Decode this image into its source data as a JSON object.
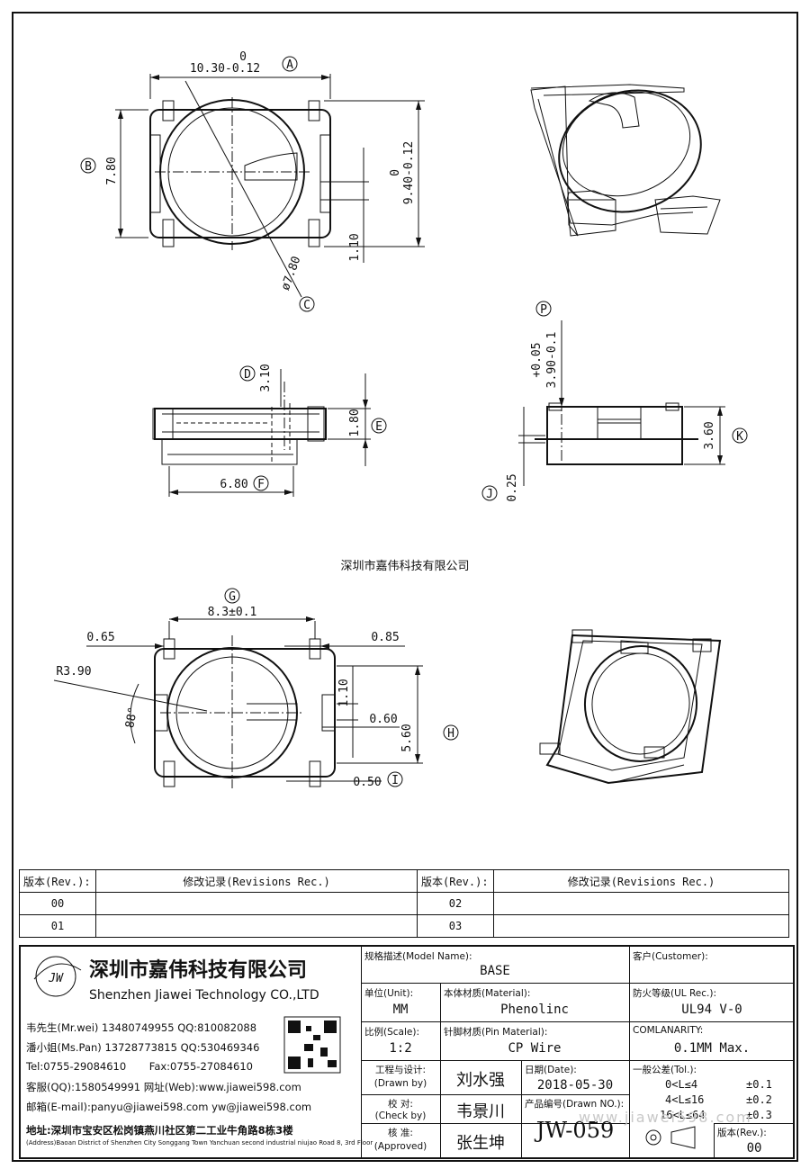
{
  "watermark": "深圳市嘉伟科技有限公司",
  "views": {
    "top": {
      "dim_width_tol": "0",
      "dim_width": "10.30-0.12",
      "dim_width_ref": "A",
      "dim_height": "7.80",
      "dim_height_ref": "B",
      "dim_right_tol": "0",
      "dim_right": "9.40-0.12",
      "dim_slot": "1.10",
      "dim_dia": "ø7.80",
      "dim_dia_ref": "C"
    },
    "side": {
      "dim_top": "3.10",
      "dim_top_ref": "D",
      "dim_h": "1.80",
      "dim_h_ref": "E",
      "dim_w": "6.80",
      "dim_w_ref": "F"
    },
    "front": {
      "dim_p_tol": "+0.05",
      "dim_p": "3.90-0.1",
      "dim_p_ref": "P",
      "dim_k": "3.60",
      "dim_k_ref": "K",
      "dim_j": "0.25",
      "dim_j_ref": "J"
    },
    "bottom": {
      "dim_g": "8.3±0.1",
      "dim_g_ref": "G",
      "dim_065": "0.65",
      "dim_085": "0.85",
      "dim_r": "R3.90",
      "dim_ang": "88°",
      "dim_110": "1.10",
      "dim_060": "0.60",
      "dim_560": "5.60",
      "dim_h_ref": "H",
      "dim_050": "0.50",
      "dim_i_ref": "I"
    }
  },
  "revisions": {
    "h_rev": "版本(Rev.):",
    "h_rec": "修改记录(Revisions Rec.)",
    "rows": [
      {
        "left": "00",
        "right": "02"
      },
      {
        "left": "01",
        "right": "03"
      }
    ]
  },
  "title_block": {
    "company_cn": "深圳市嘉伟科技有限公司",
    "company_en": "Shenzhen Jiawei Technology CO.,LTD",
    "logo_text": "JW",
    "contacts": [
      "韦先生(Mr.wei) 13480749955 QQ:810082088",
      "潘小姐(Ms.Pan) 13728773815 QQ:530469346",
      "Tel:0755-29084610       Fax:0755-27084610",
      "客服(QQ):1580549991   网址(Web):www.jiawei598.com",
      "邮箱(E-mail):panyu@jiawei598.com  yw@jiawei598.com"
    ],
    "address_cn": "地址:深圳市宝安区松岗镇燕川社区第二工业牛角路8栋3楼",
    "address_en": "(Address)Baoan District of Shenzhen City Songgang Town Yanchuan  second industrial niujao Road 8, 3rd Floor",
    "model_label": "规格描述(Model Name):",
    "model_value": "BASE",
    "customer_label": "客户(Customer):",
    "unit_label": "单位(Unit):",
    "unit_value": "MM",
    "material_label": "本体材质(Material):",
    "material_value": "Phenolinc",
    "ul_label": "防火等级(UL Rec.):",
    "ul_value": "UL94 V-0",
    "scale_label": "比例(Scale):",
    "scale_value": "1:2",
    "pin_label": "针脚材质(Pin Material):",
    "pin_value": "CP Wire",
    "coplan_label": "COMLANARITY:",
    "coplan_value": "0.1MM Max.",
    "drawn_label": "工程与设计:",
    "drawn_label2": "(Drawn by)",
    "drawn_value": "刘水强",
    "date_label": "日期(Date):",
    "date_value": "2018-05-30",
    "check_label": "校 对:",
    "check_label2": "(Check by)",
    "check_value": "韦景川",
    "drawno_label": "产品编号(Drawn NO.):",
    "drawno_value": "JW-059",
    "approved_label": "核 准:",
    "approved_label2": "(Approved)",
    "approved_value": "张生坤",
    "tol_label": "一般公差(Tol.):",
    "tol_rows": [
      {
        "range": "0<L≤4",
        "tol": "±0.1"
      },
      {
        "range": "4<L≤16",
        "tol": "±0.2"
      },
      {
        "range": "16<L≤64",
        "tol": "±0.3"
      }
    ],
    "rev_label": "版本(Rev.):",
    "rev_value": "00",
    "web_watermark": "www.jiawei598.com"
  }
}
